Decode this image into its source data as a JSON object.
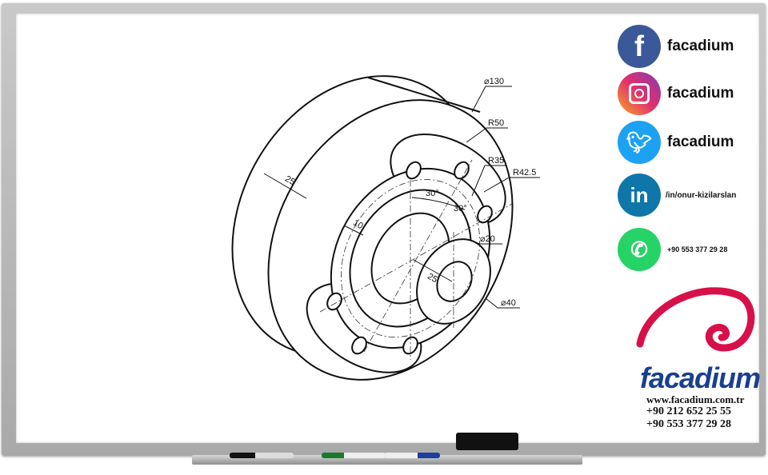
{
  "drawing": {
    "dimensions": {
      "d130": "⌀130",
      "r50": "R50",
      "r35": "R35",
      "r42_5": "R42.5",
      "angle1": "30°",
      "angle2": "30°",
      "d20": "⌀20",
      "d40": "⌀40",
      "thickness": "25",
      "ring": "10",
      "hub_length": "25"
    }
  },
  "social": [
    {
      "icon": "facebook-icon",
      "label": "facadium",
      "color": "#3b5998"
    },
    {
      "icon": "instagram-icon",
      "label": "facadium",
      "color": "#c13584"
    },
    {
      "icon": "twitter-icon",
      "label": "facadium",
      "color": "#1da1f2"
    },
    {
      "icon": "linkedin-icon",
      "label": "/in/onur-kizilarslan",
      "color": "#0e76a8"
    },
    {
      "icon": "whatsapp-icon",
      "label": "+90 553 377 29 28",
      "color": "#25d366"
    }
  ],
  "brand": {
    "name": "facadium",
    "website": "www.facadium.com.tr",
    "phone1": "+90 212 652 25 55",
    "phone2": "+90 553 377 29 28",
    "logo_color": "#d8104a",
    "text_color": "#1a3f8f"
  }
}
